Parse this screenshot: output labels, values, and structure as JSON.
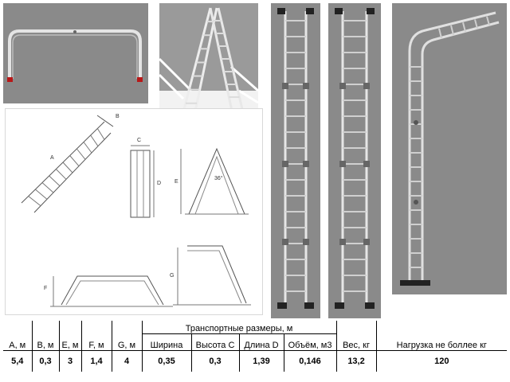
{
  "drawing_labels": {
    "a": "A",
    "b": "B",
    "c": "C",
    "d": "D",
    "e": "E",
    "angle": "36°",
    "f": "F",
    "g": "G"
  },
  "table": {
    "group_header": "Транспортные размеры, м",
    "headers": [
      "А, м",
      "В, м",
      "Е, м",
      "F, м",
      "G, м",
      "Ширина",
      "Высота С",
      "Длина D",
      "Объём, м3",
      "Вес, кг",
      "Нагрузка не боллее кг"
    ],
    "values": [
      "5,4",
      "0,3",
      "3",
      "1,4",
      "4",
      "0,35",
      "0,3",
      "1,39",
      "0,146",
      "13,2",
      "120"
    ]
  },
  "colors": {
    "photo_background": "#8a8a8a",
    "ladder_metal": "#d6d6d6",
    "feet_red": "#b81818"
  }
}
